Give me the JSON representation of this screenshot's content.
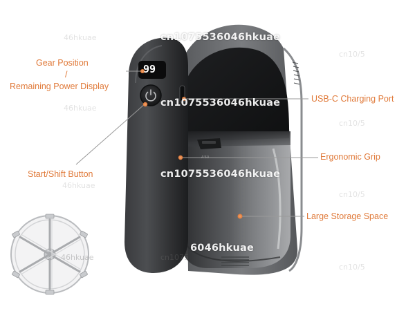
{
  "annotations": {
    "gear_line1": "Gear Position",
    "gear_line2": "/",
    "gear_line3": "Remaining Power Display",
    "start_shift": "Start/Shift Button",
    "usbc": "USB-C Charging Port",
    "grip": "Ergonomic Grip",
    "storage": "Large Storage Space"
  },
  "display": {
    "digits": "99"
  },
  "watermarks": {
    "main": "cn1075536046hkuae",
    "main_partial": "6046hkuae",
    "faint_a": "46hkuae",
    "faint_b": "cn10/5",
    "faint_c": "46hkuae",
    "faint_d": "cn10/5",
    "faint_e": "46hkuae",
    "faint_f": "cn10/5",
    "faint_g": "46hkuae",
    "faint_h": "cn10/5",
    "faint_i": "cn1075"
  },
  "colors": {
    "accent": "#e07a3a",
    "body_dark": "#2c2d2f",
    "shell_gray": "#6b6d70",
    "background": "#ffffff"
  }
}
